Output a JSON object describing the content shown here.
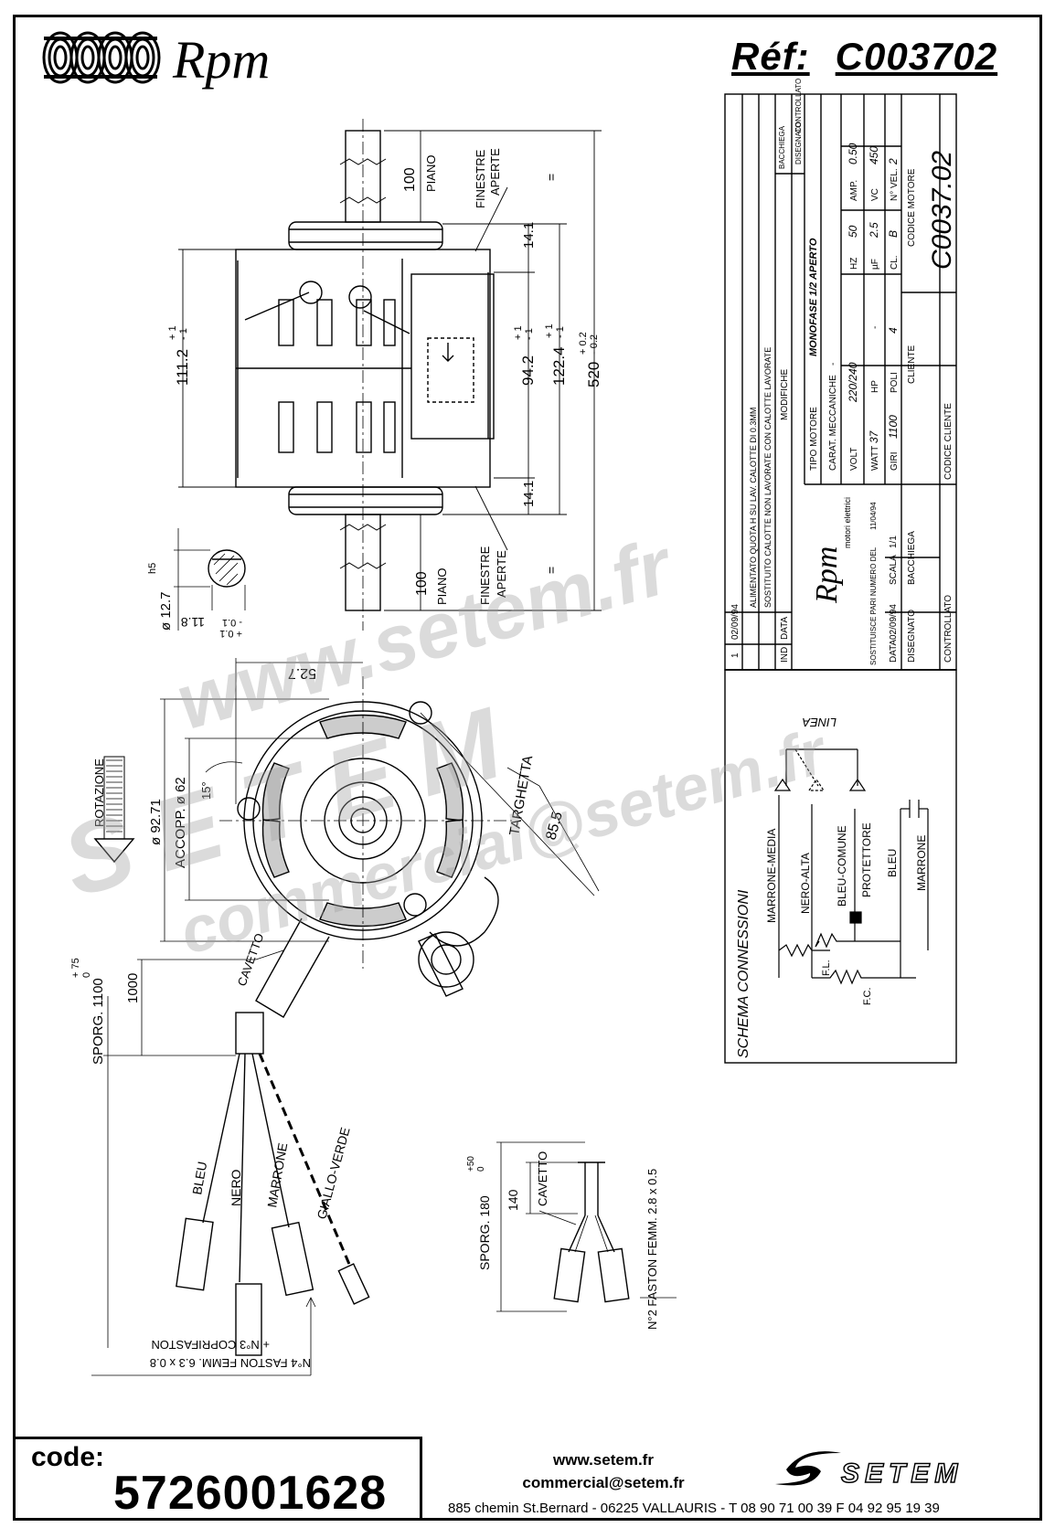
{
  "header": {
    "brand": "Rpm",
    "ref_label": "Réf:",
    "ref_value": "C003702"
  },
  "drawing": {
    "dims": {
      "d100_top": "100",
      "piano_top": "PIANO",
      "finestre_top_1": "FINESTRE",
      "finestre_top_2": "APERTE",
      "eq_top": "=",
      "d111": "111.2",
      "tol_111": "+ 1\n- 1",
      "d94": "94.2",
      "tol_94": "+ 1\n- 1",
      "d122": "122.4",
      "tol_122": "+ 1\n- 1",
      "d520": "520",
      "tol_520": "+ 0.2\n- 0.2",
      "d141_top": "14.1",
      "d141_bot": "14.1",
      "d100_bot": "100",
      "piano_bot": "PIANO",
      "finestre_bot_1": "FINESTRE",
      "finestre_bot_2": "APERTE",
      "eq_bot": "=",
      "shaft_dia": "ø 12.7",
      "h5": "h5",
      "d118": "11.8",
      "tol_118": "+ 0.1\n- 0.1",
      "d527": "52.7",
      "rotazione": "ROTAZIONE",
      "d9271": "ø 92.71",
      "accopp": "ACCOPP. ø 62",
      "angle15": "15°",
      "targhetta": "TARGHETTA",
      "d855": "85.5",
      "cavetto_1": "CAVETTO",
      "d1000": "1000",
      "sporg1100": "SPORG. 1100",
      "tol1100": "+ 75\n0",
      "wire_bleu": "BLEU",
      "wire_nero": "NERO",
      "wire_marrone": "MARRONE",
      "wire_giallo": "GIALLO-VERDE",
      "faston4": "N°4 FASTON FEMM. 6.3 x 0.8",
      "copri3": "+ N°3 COPRIFASTON",
      "sporg180": "SPORG. 180",
      "tol180": "+50\n0",
      "d140": "140",
      "cavetto_2": "CAVETTO",
      "faston2": "N°2 FASTON FEMM. 2.8 x 0.5"
    },
    "schema": {
      "title": "SCHEMA CONNESSIONI",
      "linea": "LINEA",
      "marrone_media": "MARRONE-MEDIA",
      "nero_alta": "NERO-ALTA",
      "bleu_comune": "BLEU-COMUNE",
      "protettore": "PROTETTORE",
      "bleu": "BLEU",
      "marrone": "MARRONE",
      "fl": "F.L.",
      "fc": "F.C."
    },
    "titleblock": {
      "rev1_ind": "1",
      "rev1_date": "02/09/94",
      "rev1_text": "ALIMENTATO QUOTA H SU LAV. CALOTTE DI 0.3MM",
      "rev1_text2": "SOSTITUITO CALOTTE NON LAVORATE CON CALOTTE LAVORATE",
      "col_ind": "IND",
      "col_data": "DATA",
      "col_modifiche": "MODIFICHE",
      "col_disegnato": "DISEGNATO",
      "col_controllato": "CONTROLLATO",
      "disegnato_val": "BACCHIEGA",
      "tipo_motore_label": "TIPO MOTORE",
      "tipo_motore_val": "MONOFASE 1/2 APERTO",
      "carat_label": "CARAT. MECCANICHE",
      "carat_val": "-",
      "volt_label": "VOLT",
      "volt_val": "220/240",
      "hz_label": "HZ",
      "hz_val": "50",
      "amp_label": "AMP.",
      "amp_val": "0.50",
      "watt_label": "WATT",
      "watt_val": "37",
      "hp_label": "HP",
      "hp_val": "-",
      "uf_label": "µF",
      "uf_val": "2.5",
      "vc_label": "VC",
      "vc_val": "450",
      "giri_label": "GIRI",
      "giri_val": "1100",
      "poli_label": "POLI",
      "poli_val": "4",
      "cl_label": "CL.",
      "cl_val": "B",
      "nvel_label": "N° VEL.",
      "nvel_val": "2",
      "cliente_label": "CLIENTE",
      "codice_motore_label": "CODICE MOTORE",
      "codice_motore_val": "C0037.02",
      "codice_cliente_label": "CODICE CLIENTE",
      "brand": "Rpm",
      "brand_sub": "motori elettrici",
      "sostituisce": "SOSTITUISCE PARI NUMERO DEL",
      "sost_date": "11/04/94",
      "data_label": "DATA",
      "data_val": "02/09/94",
      "scala_label": "SCALA",
      "scala_val": "1/1",
      "disegnato_label2": "DISEGNATO",
      "disegnato_val2": "BACCHIEGA",
      "controllato_label2": "CONTROLLATO"
    }
  },
  "watermark": {
    "line1": "www.setem.fr",
    "line2": "SETEM",
    "line3": "commercial@setem.fr"
  },
  "footer": {
    "code_label": "code:",
    "code_value": "5726001628",
    "website": "www.setem.fr",
    "email": "commercial@setem.fr",
    "address": "885 chemin St.Bernard  -  06225 VALLAURIS  -  T 08 90 71 00 39   F 04 92 95 19 39",
    "logo_text": "SETEM"
  }
}
